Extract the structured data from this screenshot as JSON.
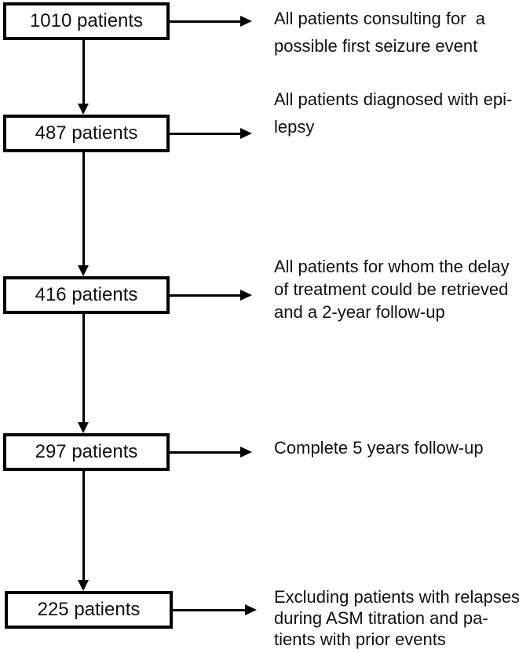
{
  "figure": {
    "type": "flowchart",
    "description_colors": {
      "ink": "#000000",
      "paper": "#ffffff"
    }
  },
  "flow": {
    "steps": [
      {
        "count": "1010 patients",
        "note_lines": [
          "All patients consulting for  a",
          "possible first seizure event"
        ]
      },
      {
        "count": "487 patients",
        "note_lines": [
          "All patients diagnosed with epi-",
          "lepsy"
        ]
      },
      {
        "count": "416 patients",
        "note_lines": [
          "All patients for whom the delay",
          "of treatment could be retrieved",
          "and a 2-year follow-up"
        ]
      },
      {
        "count": "297 patients",
        "note_lines": [
          "Complete 5 years follow-up"
        ]
      },
      {
        "count": "225 patients",
        "note_lines": [
          "Excluding patients with relapses",
          "during ASM titration and pa-",
          "tients with prior events"
        ]
      }
    ]
  }
}
